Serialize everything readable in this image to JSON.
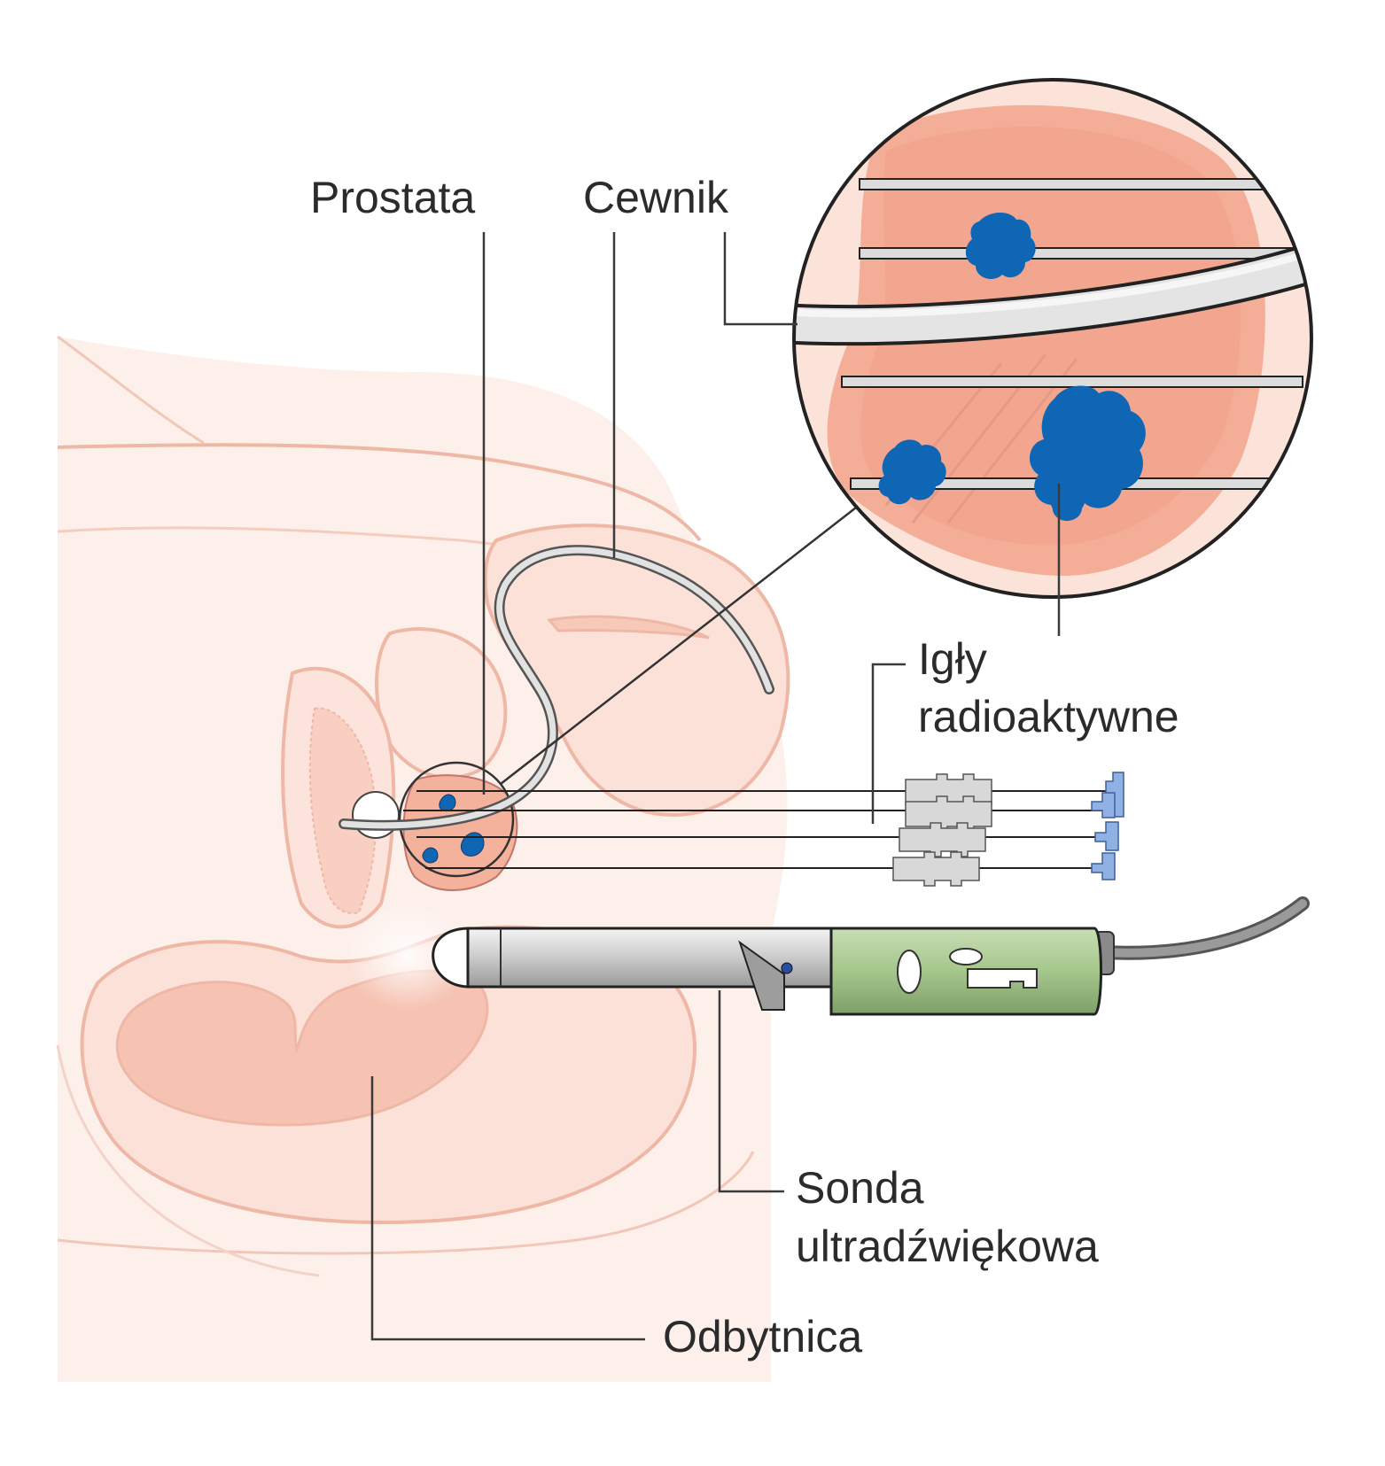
{
  "labels": {
    "prostate": "Prostata",
    "catheter": "Cewnik",
    "needles_line1": "Igły",
    "needles_line2": "radioaktywne",
    "probe_line1": "Sonda",
    "probe_line2": "ultradźwiękowa",
    "rectum": "Odbytnica"
  },
  "colors": {
    "tissue_light": "#fbe4dc",
    "tissue_outline": "#efb8a6",
    "organ_fill": "#f6c3b2",
    "organ_deep": "#f0a48e",
    "tumor": "#0f66b4",
    "probe_body": "#d6d6d6",
    "probe_handle": "#a8c98e",
    "needle_hub": "#d8d8d8",
    "needle_tip": "#8fb1e4",
    "leader_line": "#3a3a3a"
  }
}
